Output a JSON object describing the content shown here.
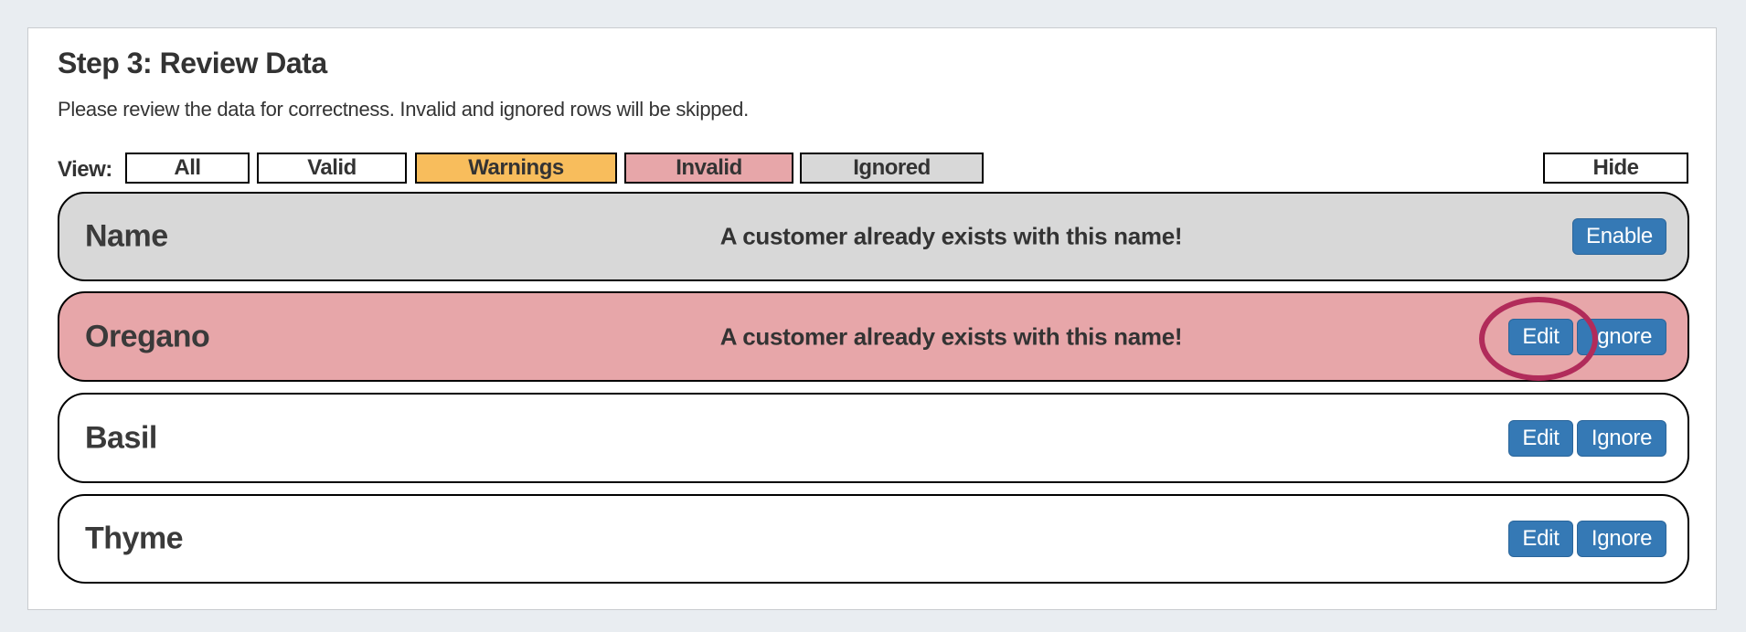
{
  "page": {
    "title": "Step 3: Review Data",
    "subtitle": "Please review the data for correctness. Invalid and ignored rows will be skipped."
  },
  "filters": {
    "label": "View:",
    "buttons": [
      {
        "label": "All"
      },
      {
        "label": "Valid"
      },
      {
        "label": "Warnings"
      },
      {
        "label": "Invalid"
      },
      {
        "label": "Ignored"
      }
    ],
    "hide_label": "Hide"
  },
  "rows": [
    {
      "name": "Name",
      "status": "ignored",
      "message": "A customer already exists with this name!",
      "actions": {
        "enable": "Enable"
      }
    },
    {
      "name": "Oregano",
      "status": "invalid",
      "message": "A customer already exists with this name!",
      "actions": {
        "edit": "Edit",
        "ignore": "Ignore"
      },
      "annotation": "crimson ellipse circling the Edit button"
    },
    {
      "name": "Basil",
      "status": "valid",
      "message": "",
      "actions": {
        "edit": "Edit",
        "ignore": "Ignore"
      }
    },
    {
      "name": "Thyme",
      "status": "valid",
      "message": "",
      "actions": {
        "edit": "Edit",
        "ignore": "Ignore"
      }
    }
  ],
  "colors": {
    "page_background": "#e9edf1",
    "panel_background": "#ffffff",
    "warnings_filter": "#f8bd5c",
    "invalid_row": "#e7a6a9",
    "ignored_row": "#d8d8d8",
    "action_button_blue": "#3579b5",
    "annotation_stroke": "#b12b5a",
    "border_black": "#000000",
    "text_dark": "#333333"
  }
}
